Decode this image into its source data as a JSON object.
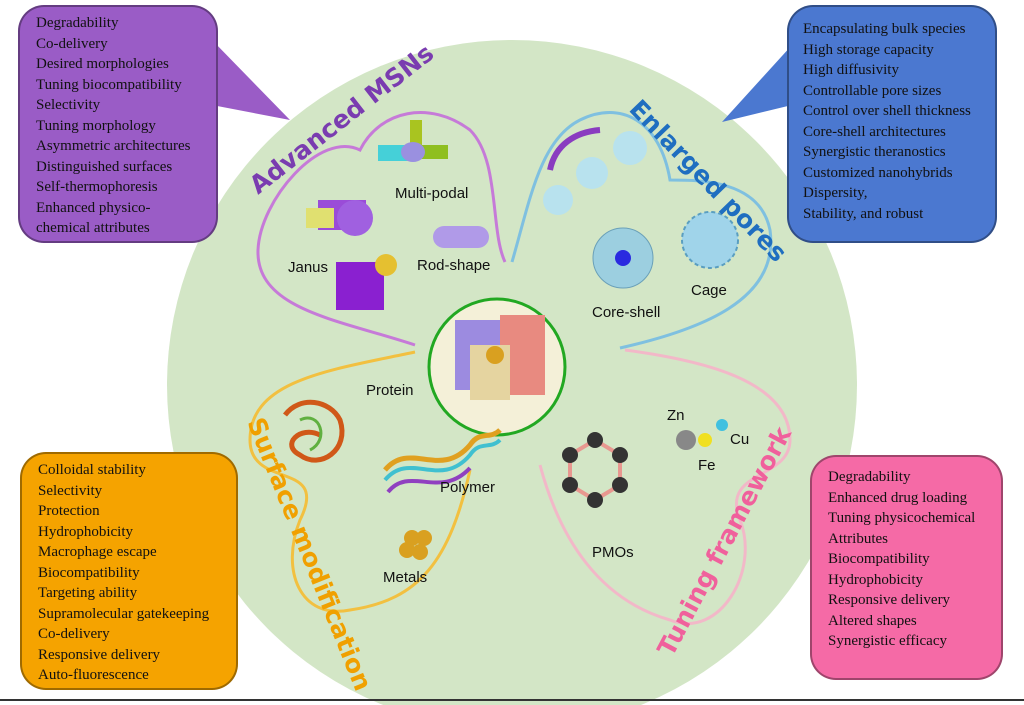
{
  "colors": {
    "background_circle": "#d3e6c6",
    "advanced": "#9a5cc6",
    "enlarged": "#4b78d0",
    "surface": "#f5a300",
    "tuning": "#f56aa6",
    "center_ring": "#22a822"
  },
  "advanced_msns": {
    "title": "Advanced MSNs",
    "items": [
      "Multi-podal",
      "Janus",
      "Rod-shape"
    ],
    "properties": [
      "Degradability",
      "Co-delivery",
      "Desired morphologies",
      "Tuning biocompatibility",
      "Selectivity",
      "Tuning morphology",
      "Asymmetric architectures",
      "Distinguished surfaces",
      "Self-thermophoresis",
      "Enhanced physico-",
      "chemical attributes"
    ]
  },
  "enlarged_pores": {
    "title": "Enlarged pores",
    "items": [
      "Core-shell",
      "Cage"
    ],
    "properties": [
      "Encapsulating bulk species",
      "High storage capacity",
      "High diffusivity",
      "Controllable pore sizes",
      "Control over shell thickness",
      "Core-shell architectures",
      "Synergistic theranostics",
      "Customized nanohybrids",
      "Dispersity,",
      "Stability, and robust"
    ]
  },
  "surface_modification": {
    "title": "Surface modification",
    "items": [
      "Protein",
      "Polymer",
      "Metals"
    ],
    "properties": [
      "Colloidal stability",
      "Selectivity",
      "Protection",
      "Hydrophobicity",
      "Macrophage escape",
      "Biocompatibility",
      "Targeting ability",
      "Supramolecular gatekeeping",
      "Co-delivery",
      "Responsive delivery",
      "Auto-fluorescence"
    ]
  },
  "tuning_framework": {
    "title": "Tuning framework",
    "items": [
      "PMOs",
      "Zn",
      "Cu",
      "Fe"
    ],
    "properties": [
      "Degradability",
      "Enhanced drug loading",
      "Tuning physicochemical",
      "Attributes",
      "Biocompatibility",
      "Hydrophobicity",
      "Responsive delivery",
      "Altered shapes",
      "Synergistic efficacy"
    ]
  }
}
